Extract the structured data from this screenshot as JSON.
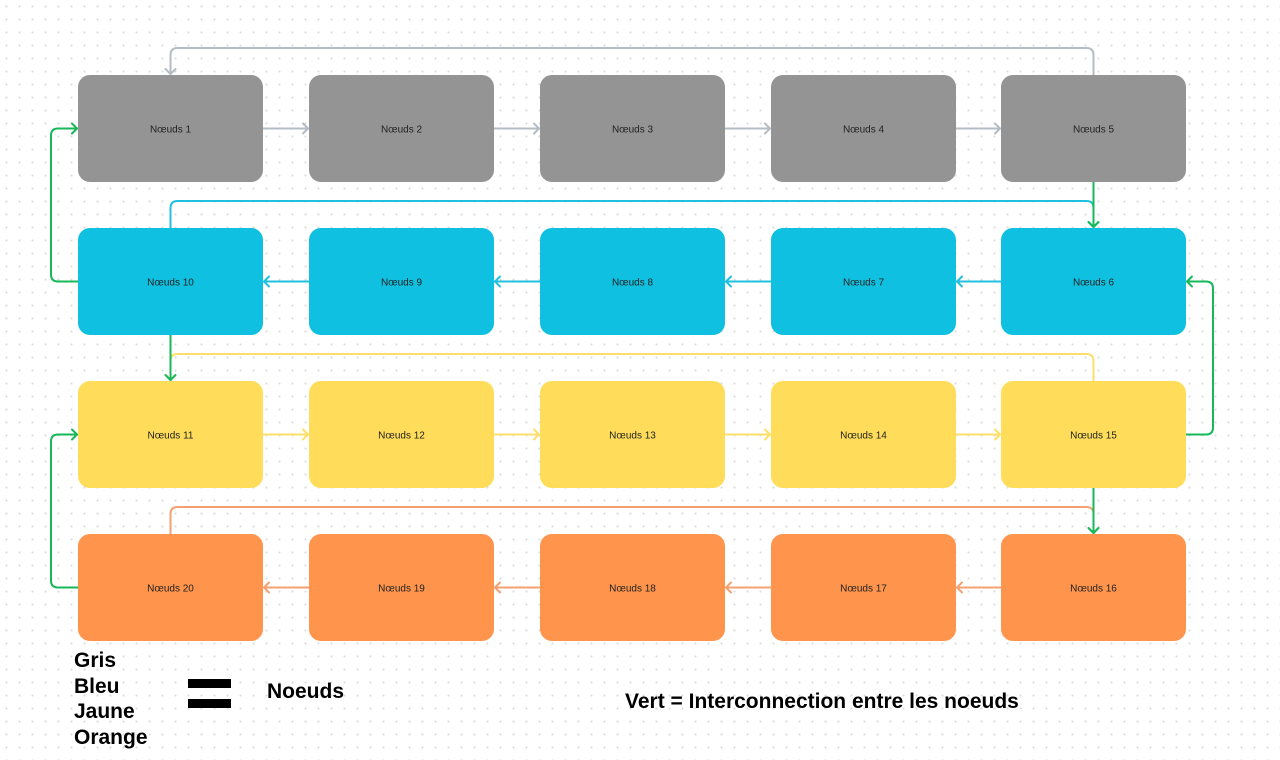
{
  "colors": {
    "gris": "#949494",
    "bleu": "#0fc0e0",
    "jaune": "#ffdd5a",
    "orange": "#ff944c",
    "vert": "#16b85a",
    "gris_line": "#b4bcc4",
    "bleu_line": "#22c0e0",
    "jaune_line": "#ffdf6a",
    "orange_line": "#f4a070"
  },
  "nodes": [
    {
      "id": 1,
      "label": "Nœuds 1",
      "color": "gris"
    },
    {
      "id": 2,
      "label": "Nœuds 2",
      "color": "gris"
    },
    {
      "id": 3,
      "label": "Nœuds 3",
      "color": "gris"
    },
    {
      "id": 4,
      "label": "Nœuds 4",
      "color": "gris"
    },
    {
      "id": 5,
      "label": "Nœuds 5",
      "color": "gris"
    },
    {
      "id": 6,
      "label": "Nœuds 6",
      "color": "bleu"
    },
    {
      "id": 7,
      "label": "Nœuds 7",
      "color": "bleu"
    },
    {
      "id": 8,
      "label": "Nœuds 8",
      "color": "bleu"
    },
    {
      "id": 9,
      "label": "Nœuds 9",
      "color": "bleu"
    },
    {
      "id": 10,
      "label": "Nœuds 10",
      "color": "bleu"
    },
    {
      "id": 11,
      "label": "Nœuds 11",
      "color": "jaune"
    },
    {
      "id": 12,
      "label": "Nœuds 12",
      "color": "jaune"
    },
    {
      "id": 13,
      "label": "Nœuds 13",
      "color": "jaune"
    },
    {
      "id": 14,
      "label": "Nœuds 14",
      "color": "jaune"
    },
    {
      "id": 15,
      "label": "Nœuds 15",
      "color": "jaune"
    },
    {
      "id": 16,
      "label": "Nœuds 16",
      "color": "orange"
    },
    {
      "id": 17,
      "label": "Nœuds 17",
      "color": "orange"
    },
    {
      "id": 18,
      "label": "Nœuds 18",
      "color": "orange"
    },
    {
      "id": 19,
      "label": "Nœuds 19",
      "color": "orange"
    },
    {
      "id": 20,
      "label": "Nœuds 20",
      "color": "orange"
    }
  ],
  "edges": [
    {
      "from": 1,
      "to": 2,
      "color": "gris_line"
    },
    {
      "from": 2,
      "to": 3,
      "color": "gris_line"
    },
    {
      "from": 3,
      "to": 4,
      "color": "gris_line"
    },
    {
      "from": 4,
      "to": 5,
      "color": "gris_line"
    },
    {
      "from": 5,
      "to": 1,
      "color": "gris_line"
    },
    {
      "from": 5,
      "to": 6,
      "color": "vert"
    },
    {
      "from": 6,
      "to": 7,
      "color": "bleu_line"
    },
    {
      "from": 7,
      "to": 8,
      "color": "bleu_line"
    },
    {
      "from": 8,
      "to": 9,
      "color": "bleu_line"
    },
    {
      "from": 9,
      "to": 10,
      "color": "bleu_line"
    },
    {
      "from": 10,
      "to": 6,
      "color": "bleu_line"
    },
    {
      "from": 10,
      "to": 1,
      "color": "vert"
    },
    {
      "from": 10,
      "to": 11,
      "color": "vert"
    },
    {
      "from": 11,
      "to": 12,
      "color": "jaune_line"
    },
    {
      "from": 12,
      "to": 13,
      "color": "jaune_line"
    },
    {
      "from": 13,
      "to": 14,
      "color": "jaune_line"
    },
    {
      "from": 14,
      "to": 15,
      "color": "jaune_line"
    },
    {
      "from": 15,
      "to": 11,
      "color": "jaune_line"
    },
    {
      "from": 15,
      "to": 6,
      "color": "vert"
    },
    {
      "from": 15,
      "to": 16,
      "color": "vert"
    },
    {
      "from": 16,
      "to": 17,
      "color": "orange_line"
    },
    {
      "from": 17,
      "to": 18,
      "color": "orange_line"
    },
    {
      "from": 18,
      "to": 19,
      "color": "orange_line"
    },
    {
      "from": 19,
      "to": 20,
      "color": "orange_line"
    },
    {
      "from": 20,
      "to": 16,
      "color": "orange_line"
    },
    {
      "from": 20,
      "to": 11,
      "color": "vert"
    }
  ],
  "legend": {
    "colors": [
      "Gris",
      "Bleu",
      "Jaune",
      "Orange"
    ],
    "equals_label": "Noeuds",
    "green_label": "Vert = Interconnection entre les noeuds"
  }
}
